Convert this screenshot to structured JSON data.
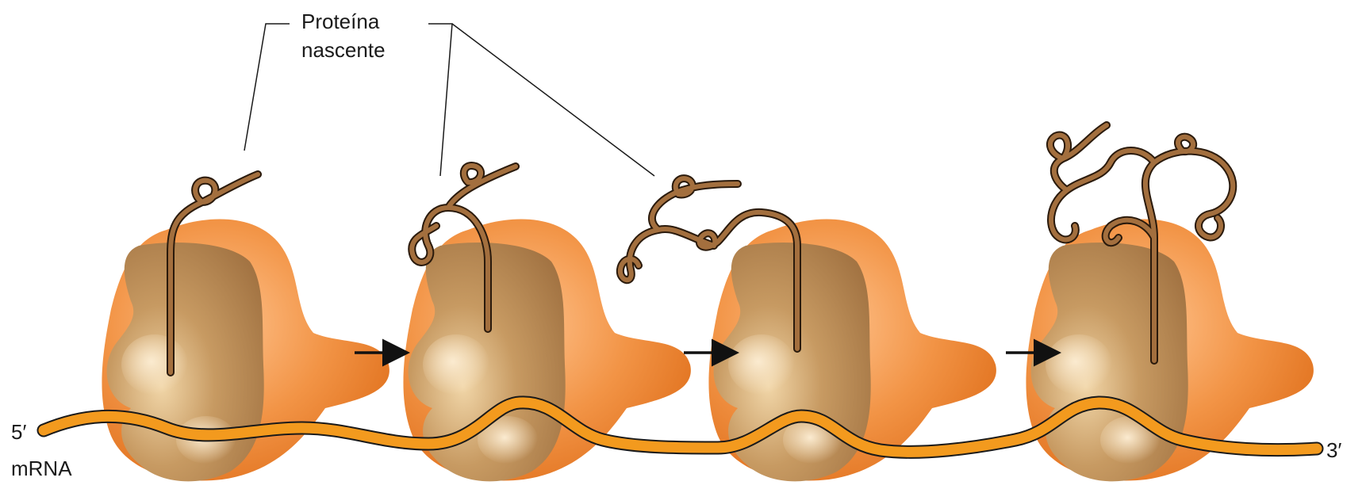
{
  "label_protein": {
    "line1": "Proteína",
    "line2": "nascente"
  },
  "label_five_prime": "5′",
  "label_mrna": "mRNA",
  "label_three_prime": "3′",
  "colors": {
    "small_subunit": "#f08a36",
    "small_subunit_light": "#f7a862",
    "large_subunit": "#b88a55",
    "large_subunit_light": "#d8b88a",
    "protein_chain": "#9c6b3e",
    "mrna": "#f39a1e",
    "outline": "#1a1a1a"
  }
}
